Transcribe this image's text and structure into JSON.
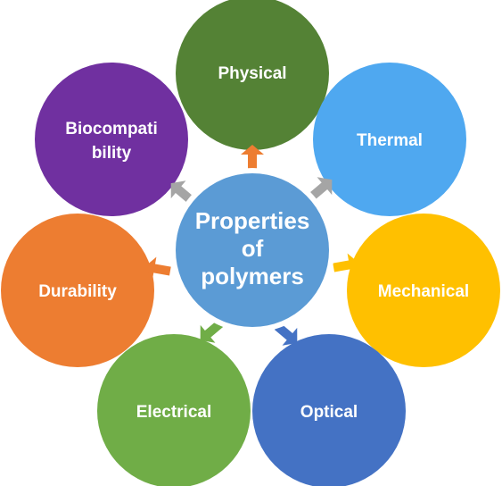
{
  "center": {
    "lines": [
      "Properties",
      "of",
      "polymers"
    ],
    "color": "#5B9BD5"
  },
  "nodes": [
    {
      "id": "physical",
      "lines": [
        "Physical"
      ],
      "color": "#548235",
      "arrow_color": "#ED7D31"
    },
    {
      "id": "thermal",
      "lines": [
        "Thermal"
      ],
      "color": "#4FA8F0",
      "arrow_color": "#A5A5A5"
    },
    {
      "id": "mechanical",
      "lines": [
        "Mechanical"
      ],
      "color": "#FFC000",
      "arrow_color": "#FFC000"
    },
    {
      "id": "optical",
      "lines": [
        "Optical"
      ],
      "color": "#4472C4",
      "arrow_color": "#4472C4"
    },
    {
      "id": "electrical",
      "lines": [
        "Electrical"
      ],
      "color": "#70AD47",
      "arrow_color": "#70AD47"
    },
    {
      "id": "durability",
      "lines": [
        "Durability"
      ],
      "color": "#ED7D31",
      "arrow_color": "#ED7D31"
    },
    {
      "id": "biocompatibility",
      "lines": [
        "Biocompati",
        "bility"
      ],
      "color": "#7030A0",
      "arrow_color": "#A5A5A5"
    }
  ]
}
